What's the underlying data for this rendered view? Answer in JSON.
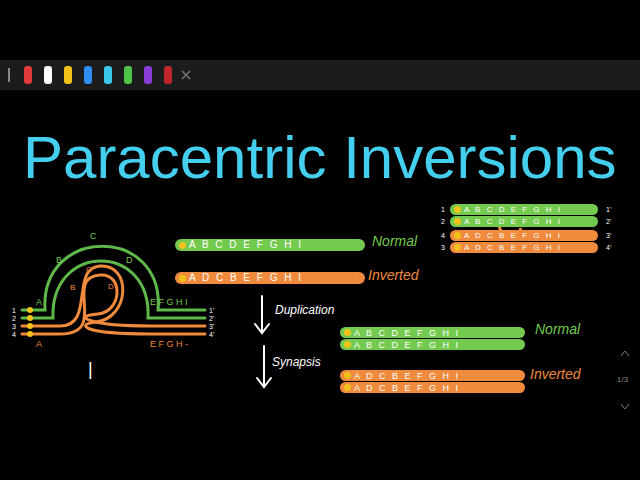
{
  "diagram": {
    "title": "Paracentric Inversions",
    "nodes": [
      {
        "text": [
          "A B C D E F G H I"
        ]
      },
      {
        "text": [
          "A D C B E F G H I"
        ]
      },
      {
        "text": [
          "A B C D E F G H I"
        ]
      },
      {
        "text": [
          "A B C D E F G H I"
        ]
      },
      {
        "text": [
          "A D C B E F G H I"
        ]
      },
      {
        "text": [
          "A D C B E F G H I"
        ]
      },
      {
        "text": [
          "A B C D E F G H I"
        ]
      },
      {
        "text": [
          "A B C D E F G H I"
        ]
      },
      {
        "text": [
          "A D C B E F G H I"
        ]
      },
      {
        "text": [
          "A D C B E F G H I"
        ]
      }
    ],
    "labels": [
      "Normal",
      "Inverted",
      "Duplication",
      "Synapsis",
      "Normal",
      "Inverted",
      "B",
      "C",
      "D",
      "B",
      "C",
      "D",
      "A",
      "A",
      "1",
      "2",
      "3",
      "4",
      "E F G H I",
      "E F G H -",
      "1'",
      "2'",
      "3'",
      "4'",
      "|",
      "1",
      "2",
      "4",
      "3",
      "1'",
      "2'",
      "3'",
      "4'",
      "1/3"
    ]
  }
}
